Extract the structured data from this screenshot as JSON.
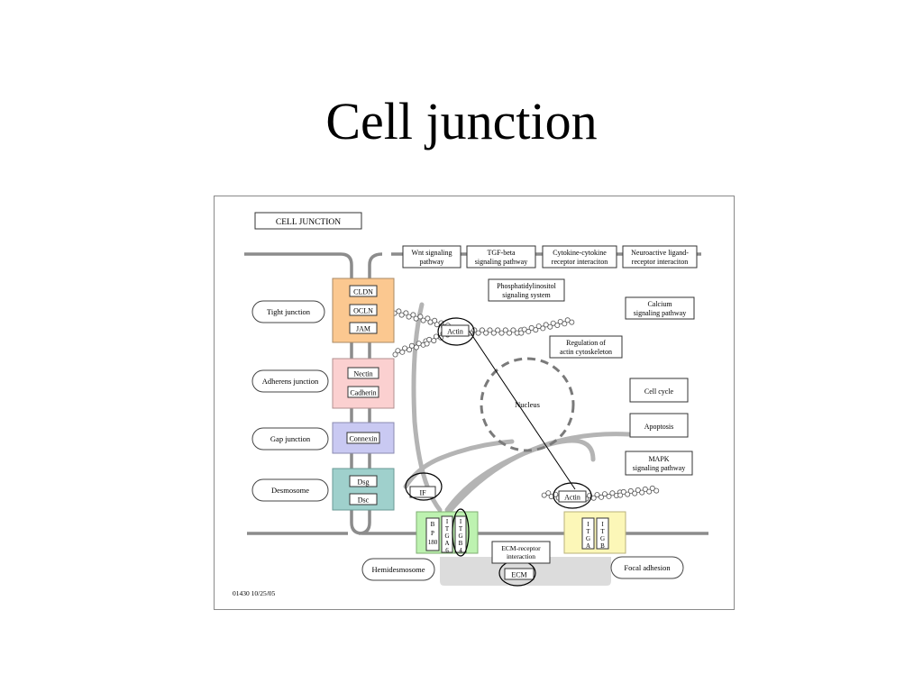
{
  "slide": {
    "title": "Cell junction"
  },
  "diagram": {
    "header": "CELL JUNCTION",
    "footer": "01430  10/25/05",
    "junction_types": {
      "tight": "Tight junction",
      "adherens": "Adherens junction",
      "gap": "Gap junction",
      "desmosome": "Desmosome",
      "hemidesmosome": "Hemidesmosome",
      "focal": "Focal adhesion"
    },
    "proteins": {
      "cldn": "CLDN",
      "ocln": "OCLN",
      "jam": "JAM",
      "nectin": "Nectin",
      "cadherin": "Cadherin",
      "connexin": "Connexin",
      "dsg": "Dsg",
      "dsc": "Dsc",
      "if": "IF",
      "actin_top": "Actin",
      "actin_bottom": "Actin",
      "bp180": [
        "B",
        "P",
        "180"
      ],
      "itga6": [
        "I",
        "T",
        "G",
        "A",
        "6"
      ],
      "itgb4": [
        "I",
        "T",
        "G",
        "B",
        "4"
      ],
      "itga": [
        "I",
        "T",
        "G",
        "A"
      ],
      "itgb": [
        "I",
        "T",
        "G",
        "B"
      ],
      "ecm": "ECM",
      "nucleus": "Nucleus"
    },
    "pathways": {
      "wnt": [
        "Wnt signaling",
        "pathway"
      ],
      "tgf": [
        "TGF-beta",
        "signaling pathway"
      ],
      "cytokine": [
        "Cytokine-cytokine",
        "receptor interaciton"
      ],
      "neuroactive": [
        "Neuroactive ligand-",
        "receptor interaciton"
      ],
      "pi": [
        "Phosphatidylinositol",
        "signaling system"
      ],
      "calcium": [
        "Calcium",
        "signaling pathway"
      ],
      "regulation": [
        "Regulation of",
        "actin cytoskeleton"
      ],
      "cellcycle": [
        "Cell cycle"
      ],
      "apoptosis": [
        "Apoptosis"
      ],
      "mapk": [
        "MAPK",
        "signaling pathway"
      ],
      "ecm_receptor": [
        "ECM-receptor",
        "interaction"
      ]
    },
    "colors": {
      "tight": "#fbc890",
      "adherens": "#fbd0d0",
      "gap": "#c9c9f2",
      "desmosome": "#9fd0cc",
      "hemidesmosome": "#bdf2b0",
      "focal": "#fcf7b8",
      "membrane": "#8c8c8c",
      "ecm_region": "#dcdcdc"
    }
  }
}
